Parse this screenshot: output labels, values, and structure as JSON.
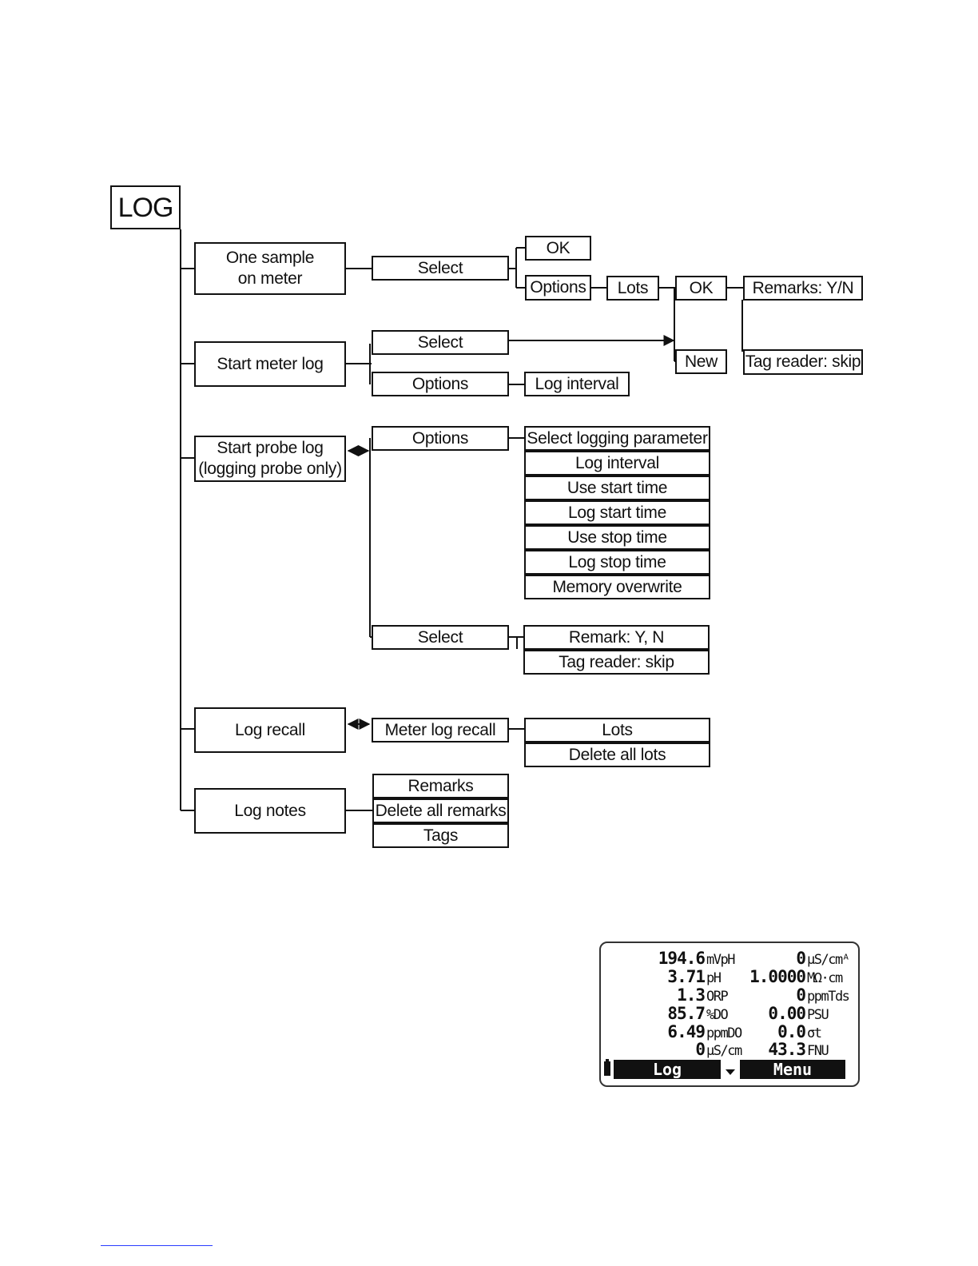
{
  "diagram": {
    "root": "LOG",
    "one_sample": {
      "label": [
        "One sample",
        "on meter"
      ],
      "select": "Select",
      "ok": "OK",
      "options": "Options",
      "lots": "Lots",
      "lots_ok": "OK",
      "lots_new": "New",
      "remarks": "Remarks: Y/N",
      "tag_reader": "Tag reader: skip"
    },
    "start_meter_log": {
      "label": "Start meter log",
      "select": "Select",
      "options": "Options",
      "log_interval": "Log interval"
    },
    "start_probe_log": {
      "label": [
        "Start probe log",
        "(logging probe only)"
      ],
      "options": "Options",
      "option_items": [
        "Select logging parameter",
        "Log interval",
        "Use start time",
        "Log start time",
        "Use stop time",
        "Log stop time",
        "Memory overwrite"
      ],
      "select": "Select",
      "select_items": [
        "Remark: Y, N",
        "Tag reader: skip"
      ]
    },
    "log_recall": {
      "label": "Log recall",
      "meter_log_recall": "Meter log recall",
      "items": [
        "Lots",
        "Delete all lots"
      ]
    },
    "log_notes": {
      "label": "Log notes",
      "items": [
        "Remarks",
        "Delete all remarks",
        "Tags"
      ]
    }
  },
  "meter_display": {
    "left": [
      {
        "value": "194.6",
        "unit": "mVpH"
      },
      {
        "value": "3.71",
        "unit": "pH"
      },
      {
        "value": "1.3",
        "unit": "ORP"
      },
      {
        "value": "85.7",
        "unit": "%DO"
      },
      {
        "value": "6.49",
        "unit": "ppmDO"
      },
      {
        "value": "0",
        "unit": "µS/cm"
      }
    ],
    "right": [
      {
        "value": "0",
        "unit": "µS/cmᴬ"
      },
      {
        "value": "1.0000",
        "unit": "MΩ·cm"
      },
      {
        "value": "0",
        "unit": "ppmTds"
      },
      {
        "value": "0.00",
        "unit": "PSU"
      },
      {
        "value": "0.0",
        "unit": "σt"
      },
      {
        "value": "43.3",
        "unit": "FNU"
      }
    ],
    "softkeys": {
      "left": "Log",
      "right": "Menu"
    },
    "icons": [
      "battery-icon",
      "arrow-down-icon"
    ]
  }
}
